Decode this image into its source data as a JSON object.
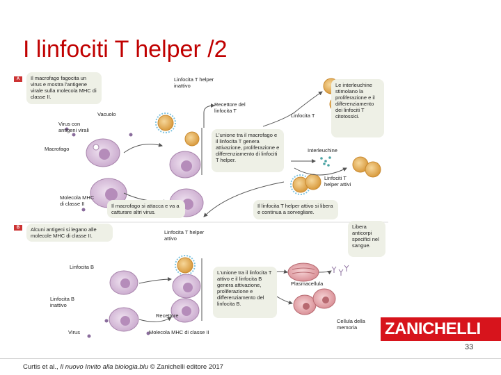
{
  "title": "I linfociti T helper /2",
  "panel_a": {
    "tag": "A",
    "box_macrophage": "Il macrofago fagocita un virus e mostra l'antigene virale sulla molecola MHC di classe II.",
    "lbl_th_inactive": "Linfocita T helper inattivo",
    "lbl_receptor_t": "Recettore del linfocita T",
    "lbl_vacuole": "Vacuolo",
    "lbl_virus": "Virus con antigeni virali",
    "lbl_macrophage": "Macrofago",
    "lbl_mhc2": "Molecola MHC di classe II",
    "box_union": "L'unione tra il macrofago e il linfocita T genera attivazione, proliferazione e differenziamento di linfociti T helper.",
    "box_attach": "Il macrofago si attacca e va a catturare altri virus.",
    "lbl_t_cell": "Linfocita T",
    "box_interleukins": "Le interleuchine stimolano la proliferazione e il differenziamento dei linfociti T citotossici.",
    "lbl_interleukins": "Interleuchine",
    "lbl_th_active": "Linfociti T helper attivi",
    "box_released": "Il linfocita T helper attivo si libera e continua a sorvegliare."
  },
  "panel_b": {
    "tag": "B",
    "box_antigens": "Alcuni antigeni si legano alle molecole MHC di classe II.",
    "lbl_th_active": "Linfocita T helper attivo",
    "lbl_b_cell": "Linfocita B",
    "lbl_b_inactive": "Linfocita B inattivo",
    "lbl_receptor": "Recettore",
    "lbl_virus": "Virus",
    "lbl_mhc2": "Molecola MHC di classe II",
    "box_union": "L'unione tra il linfocita T attivo e il linfocita B genera attivazione, proliferazione e differenziamento del linfocita B.",
    "lbl_plasma": "Plasmacellula",
    "box_antibodies": "Libera anticorpi specifici nel sangue.",
    "lbl_memory": "Cellula della memoria"
  },
  "brand": "ZANICHELLI",
  "page_number": "33",
  "credit_prefix": "Curtis et al., ",
  "credit_title": "Il nuovo Invito alla biologia.blu",
  "credit_suffix": " © Zanichelli editore 2017",
  "colors": {
    "title": "#c00000",
    "brand_bg": "#d7141c",
    "box_bg": "#eef0e6",
    "macrophage": "#d9c3dc",
    "t_cell": "#e8b25c",
    "receptor": "#7fc4e0",
    "plasma": "#e6a3a8"
  }
}
